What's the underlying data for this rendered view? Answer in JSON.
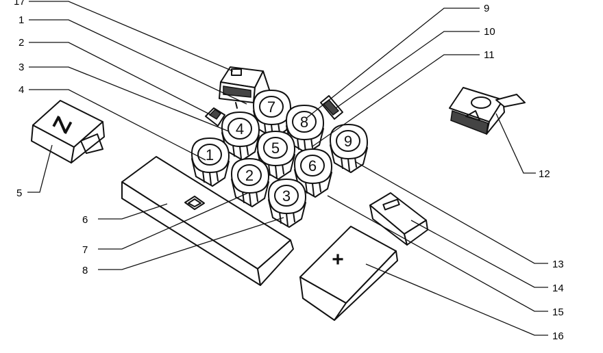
{
  "callouts": [
    "17",
    "1",
    "2",
    "3",
    "4",
    "5",
    "6",
    "7",
    "8",
    "9",
    "10",
    "11",
    "12",
    "13",
    "14",
    "15",
    "16"
  ],
  "keys": [
    "7",
    "8",
    "4",
    "5",
    "9",
    "1",
    "2",
    "6",
    "3"
  ],
  "key_symbols": {
    "z_key": "Z",
    "plus_key": "+",
    "minus_key": "−",
    "square_glyph": "□"
  }
}
